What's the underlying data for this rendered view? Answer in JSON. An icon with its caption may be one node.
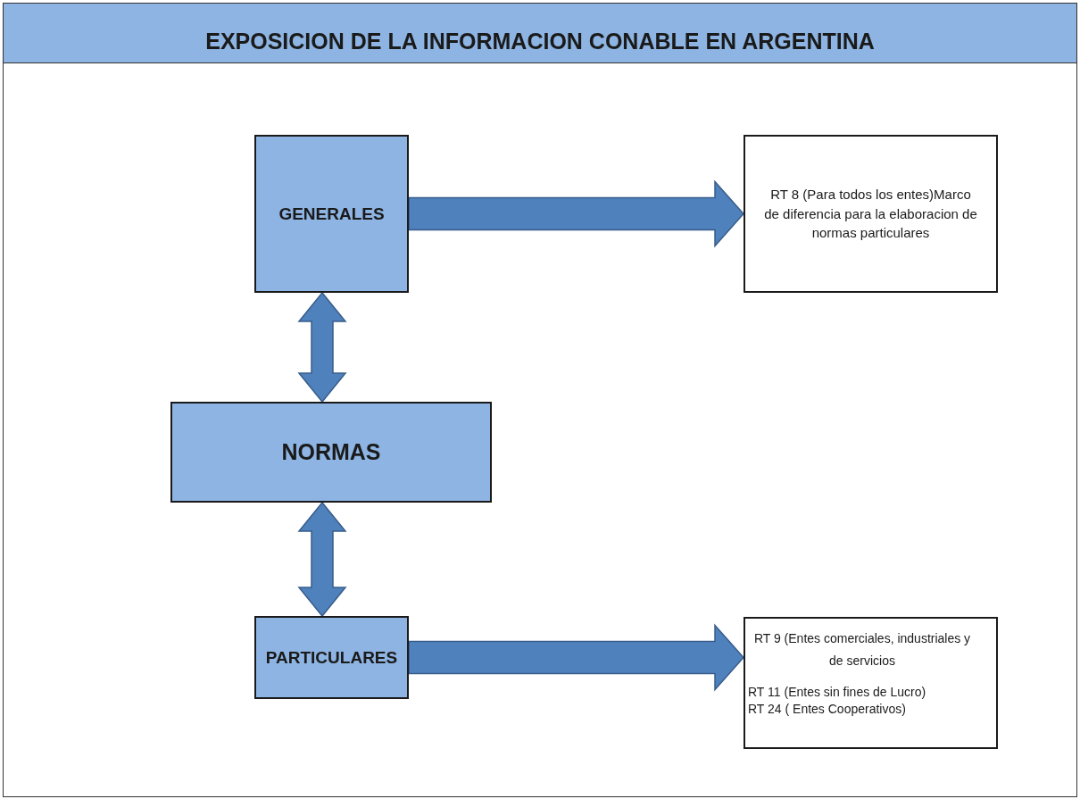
{
  "diagram": {
    "title": "EXPOSICION DE LA INFORMACION CONABLE EN ARGENTINA",
    "nodes": [
      {
        "text": [
          "GENERALES"
        ]
      },
      {
        "text": [
          "RT 8 (Para todos los entes)Marco de diferencia para la elaboracion de normas particulares"
        ]
      },
      {
        "text": [
          "NORMAS"
        ]
      },
      {
        "text": [
          "PARTICULARES"
        ]
      },
      {
        "text": [
          "RT 9 (Entes comerciales, industriales y de servicios",
          "RT 11 (Entes sin fines de Lucro)",
          "RT 24 ( Entes Cooperativos)"
        ]
      }
    ],
    "edges": [
      {
        "from": 0,
        "to": 1,
        "arrow": "to"
      },
      {
        "from": 0,
        "to": 2,
        "arrow": "both"
      },
      {
        "from": 2,
        "to": 3,
        "arrow": "both"
      },
      {
        "from": 3,
        "to": 4,
        "arrow": "to"
      }
    ]
  }
}
